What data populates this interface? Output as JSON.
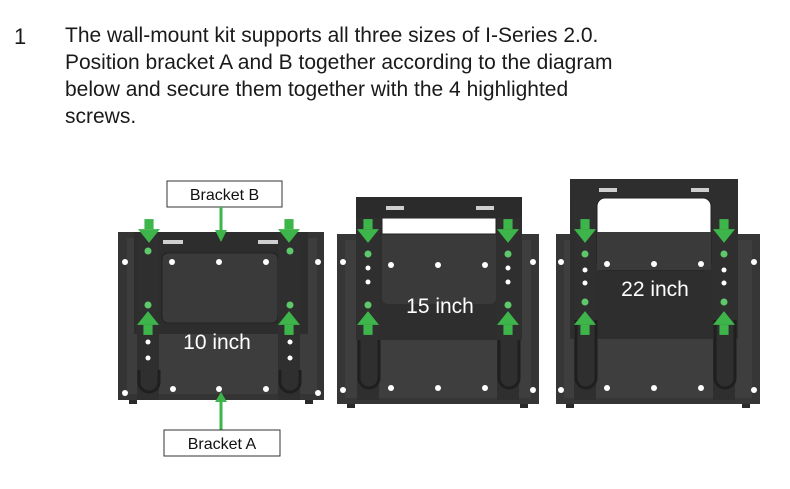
{
  "instruction": {
    "step_number": "1",
    "lines": [
      "The wall-mount kit supports all three sizes of I-Series 2.0.",
      "Position bracket A and B together according to the diagram",
      "below and secure them together with the 4 highlighted",
      "screws."
    ]
  },
  "diagram": {
    "callout_top": "Bracket B",
    "callout_bottom": "Bracket A",
    "sizes": [
      "10 inch",
      "15 inch",
      "22 inch"
    ],
    "colors": {
      "bracket": "#3a3a3a",
      "bracket_dark": "#2b2b2b",
      "arrow": "#3db54a",
      "screw": "#5ec96b"
    }
  }
}
